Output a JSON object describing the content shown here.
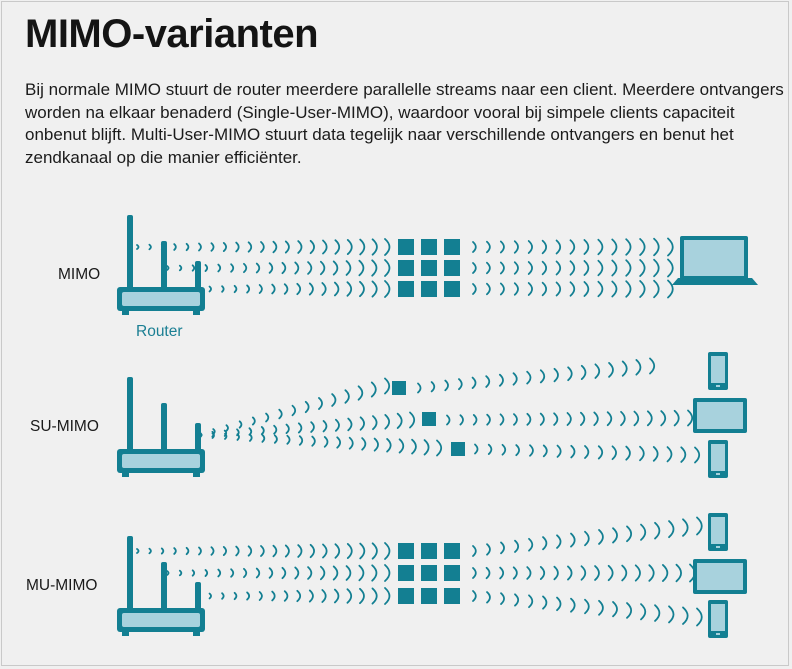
{
  "title": "MIMO-varianten",
  "intro": "Bij normale MIMO stuurt de router meerdere parallelle streams naar een client. Meerdere ontvangers worden na elkaar benaderd (Single-User-MIMO), waardoor vooral bij simpele clients capaciteit onbenut blijft. Multi-User-MIMO stuurt data tegelijk naar verschillende ontvangers en benut het zendkanaal op die manier efficiënter.",
  "rows": [
    {
      "label": "MIMO",
      "device_label": "Router"
    },
    {
      "label": "SU-MIMO"
    },
    {
      "label": "MU-MIMO"
    }
  ],
  "colors": {
    "accent": "#137f92",
    "device_fill": "#a8d2dd",
    "background": "#f0f0f0"
  },
  "icons": [
    "router-icon",
    "laptop-icon",
    "smartphone-icon",
    "tablet-icon",
    "data-packet-icon",
    "wave-signal-icon"
  ]
}
